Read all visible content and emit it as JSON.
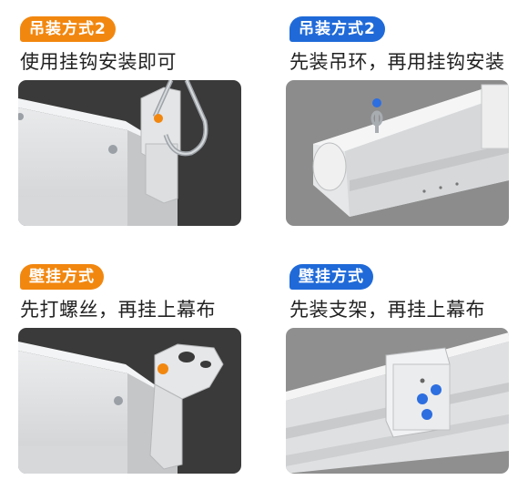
{
  "colors": {
    "accent_orange": "#f2870f",
    "accent_blue": "#1f6ad8",
    "dot_orange": "#f2870f",
    "dot_blue": "#2d6ee0",
    "dark_bg": "#3b3b3b",
    "gray_bg": "#8e8e8e"
  },
  "panels": [
    {
      "badge": "吊装方式2",
      "caption": "使用挂钩安装即可",
      "badge_color": "orange",
      "image": "ceiling-hook-mount-photo"
    },
    {
      "badge": "吊装方式2",
      "caption": "先装吊环，再用挂钩安装",
      "badge_color": "blue",
      "image": "ceiling-ring-mount-photo"
    },
    {
      "badge": "壁挂方式",
      "caption": "先打螺丝，再挂上幕布",
      "badge_color": "orange",
      "image": "wall-screw-mount-photo"
    },
    {
      "badge": "壁挂方式",
      "caption": "先装支架，再挂上幕布",
      "badge_color": "blue",
      "image": "wall-bracket-mount-photo"
    }
  ]
}
